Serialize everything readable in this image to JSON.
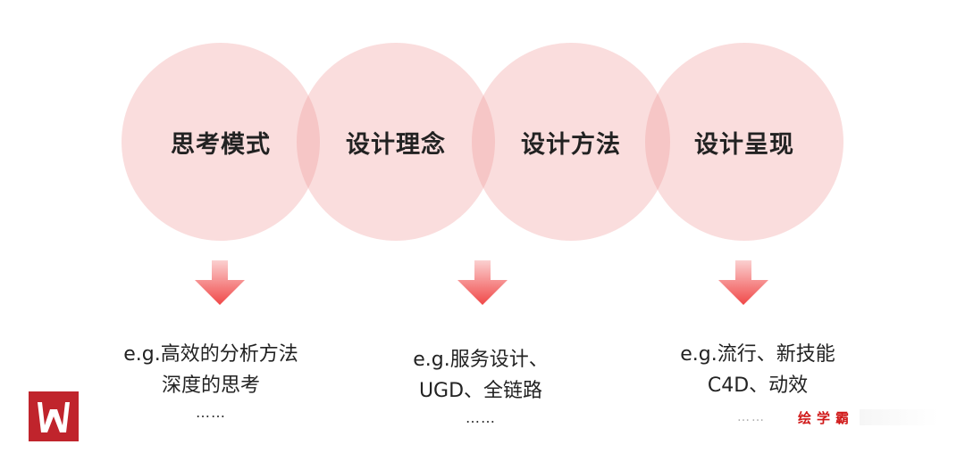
{
  "circles": [
    {
      "label": "思考模式"
    },
    {
      "label": "设计理念"
    },
    {
      "label": "设计方法"
    },
    {
      "label": "设计呈现"
    }
  ],
  "notes": [
    {
      "line1": "e.g.高效的分析方法",
      "line2": "深度的思考",
      "dots": "……"
    },
    {
      "line1": "e.g.服务设计、",
      "line2": "UGD、全链路",
      "dots": "……"
    },
    {
      "line1": "e.g.流行、新技能",
      "line2": "C4D、动效",
      "dots": "……"
    }
  ],
  "watermark": {
    "dots": "……",
    "text": "绘学霸"
  },
  "colors": {
    "circle_fill": "#f09696",
    "arrow_top": "#fbd0d0",
    "arrow_bottom": "#f04848",
    "logo_red": "#c0242c"
  }
}
